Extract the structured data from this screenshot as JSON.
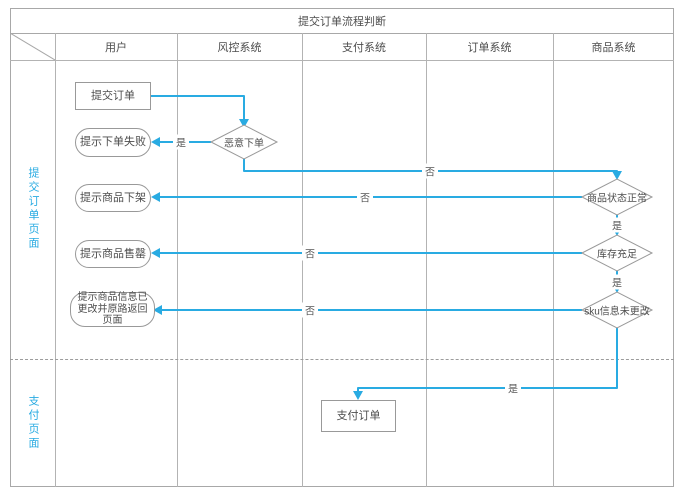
{
  "title": "提交订单流程判断",
  "columns": [
    {
      "label": "用户"
    },
    {
      "label": "风控系统"
    },
    {
      "label": "支付系统"
    },
    {
      "label": "订单系统"
    },
    {
      "label": "商品系统"
    }
  ],
  "lanes": [
    {
      "label": "提交订单页面"
    },
    {
      "label": "支付页面"
    }
  ],
  "nodes": {
    "submit_order": {
      "label": "提交订单",
      "type": "process"
    },
    "order_fail": {
      "label": "提示下单失败",
      "type": "terminator"
    },
    "malicious_order": {
      "label": "恶意下单",
      "type": "decision"
    },
    "product_off_shelf": {
      "label": "提示商品下架",
      "type": "terminator"
    },
    "product_status_ok": {
      "label": "商品状态正常",
      "type": "decision"
    },
    "product_sold_out": {
      "label": "提示商品售罄",
      "type": "terminator"
    },
    "stock_sufficient": {
      "label": "库存充足",
      "type": "decision"
    },
    "info_changed": {
      "label": "提示商品信息已更改并原路返回页面",
      "type": "terminator"
    },
    "sku_unchanged": {
      "label": "sku信息未更改",
      "type": "decision"
    },
    "pay_order": {
      "label": "支付订单",
      "type": "process"
    }
  },
  "edge_labels": {
    "malicious_yes": "是",
    "malicious_no": "否",
    "status_no": "否",
    "status_yes": "是",
    "stock_no": "否",
    "stock_yes": "是",
    "sku_no": "否",
    "sku_yes": "是"
  },
  "colors": {
    "connector": "#29abe2",
    "lane_label": "#29abe2",
    "shape_border": "#999999",
    "grid_line": "#a8a8a8",
    "text": "#4d4d4d"
  }
}
